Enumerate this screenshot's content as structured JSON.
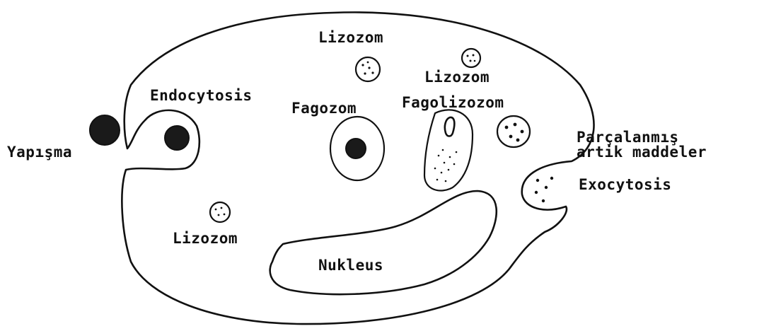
{
  "background": "#ffffff",
  "ink": "#111111",
  "diagram": {
    "labels": {
      "lizozom_top": "Lizozom",
      "lizozom_right": "Lizozom",
      "lizozom_bottom": "Lizozom",
      "endocytosis": "Endocytosis",
      "fagozom": "Fagozom",
      "fagolizozom": "Fagolizozom",
      "yapisma": "Yapışma",
      "parcalanmis_line1": "Parçalanmış",
      "parcalanmis_line2": "artik maddeler",
      "exocytosis": "Exocytosis",
      "nukleus": "Nukleus"
    }
  }
}
